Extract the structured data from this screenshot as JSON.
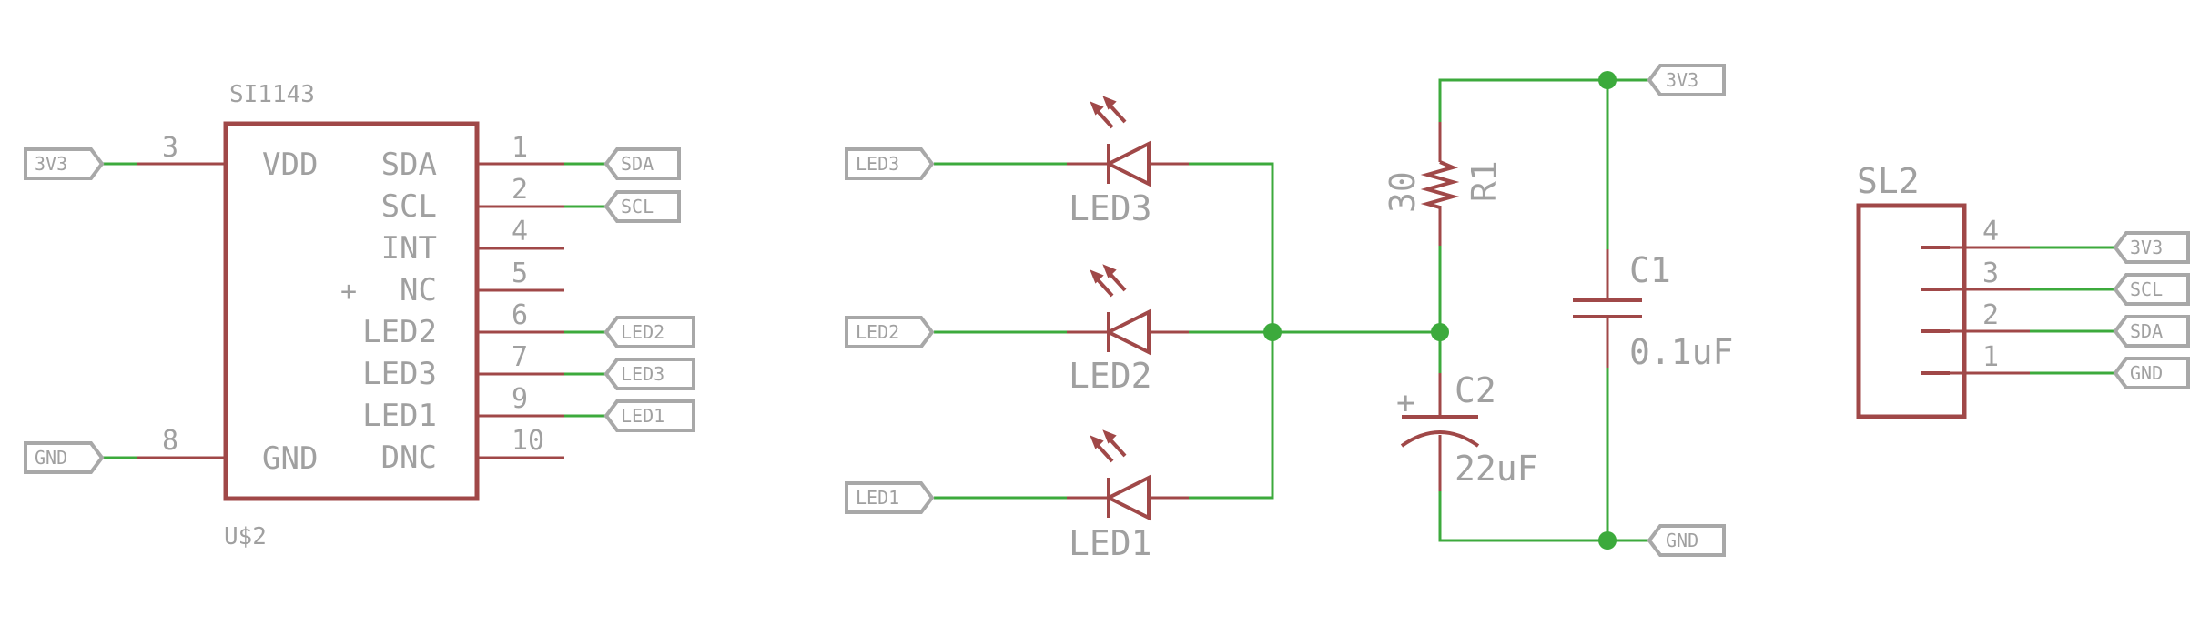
{
  "u2": {
    "name": "SI1143",
    "ref": "U$2",
    "pins_left": [
      {
        "num": "3",
        "name": "VDD"
      },
      {
        "num": "8",
        "name": "GND"
      }
    ],
    "pins_right": [
      {
        "num": "1",
        "name": "SDA"
      },
      {
        "num": "2",
        "name": "SCL"
      },
      {
        "num": "4",
        "name": "INT"
      },
      {
        "num": "5",
        "name": "NC"
      },
      {
        "num": "6",
        "name": "LED2"
      },
      {
        "num": "7",
        "name": "LED3"
      },
      {
        "num": "9",
        "name": "LED1"
      },
      {
        "num": "10",
        "name": "DNC"
      }
    ],
    "plus_mark": "+"
  },
  "net_labels": {
    "u2_3v3": "3V3",
    "u2_gnd": "GND",
    "u2_sda": "SDA",
    "u2_scl": "SCL",
    "u2_led2": "LED2",
    "u2_led3": "LED3",
    "u2_led1": "LED1",
    "mid_led3": "LED3",
    "mid_led2": "LED2",
    "mid_led1": "LED1",
    "top_3v3": "3V3",
    "bot_gnd": "GND",
    "sl2_3v3": "3V3",
    "sl2_scl": "SCL",
    "sl2_sda": "SDA",
    "sl2_gnd": "GND"
  },
  "leds": {
    "led3": "LED3",
    "led2": "LED2",
    "led1": "LED1"
  },
  "r1": {
    "ref": "R1",
    "value": "30"
  },
  "c1": {
    "ref": "C1",
    "value": "0.1uF"
  },
  "c2": {
    "ref": "C2",
    "value": "22uF",
    "plus": "+"
  },
  "sl2": {
    "ref": "SL2",
    "pins": [
      "4",
      "3",
      "2",
      "1"
    ]
  }
}
